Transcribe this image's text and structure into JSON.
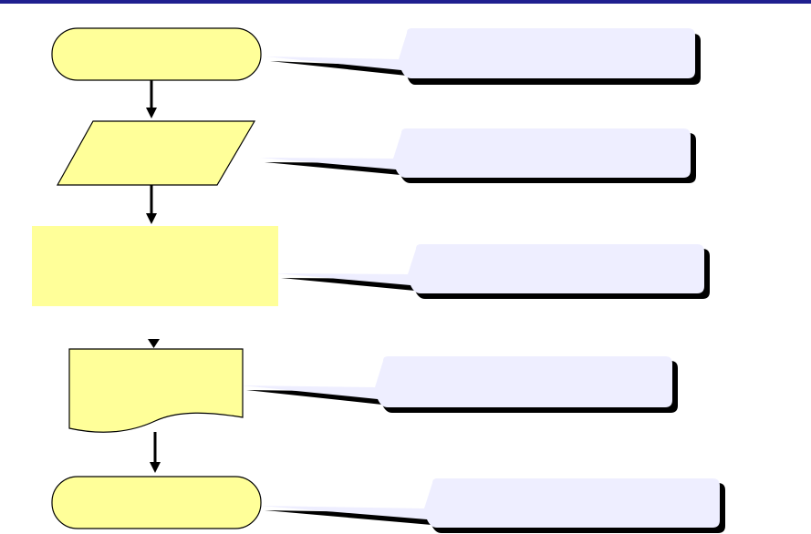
{
  "colors": {
    "top_bar": "#1f1f8f",
    "shape_fill": "#ffff99",
    "shape_stroke": "#000000",
    "process_fill": "#ffff99",
    "callout_fill": "#eeeeff",
    "callout_shadow": "#000000",
    "arrow": "#000000"
  },
  "flowchart": {
    "nodes": [
      {
        "id": "start",
        "shape": "terminator",
        "label": ""
      },
      {
        "id": "input",
        "shape": "parallelogram",
        "label": ""
      },
      {
        "id": "process",
        "shape": "process",
        "label": ""
      },
      {
        "id": "document",
        "shape": "document",
        "label": ""
      },
      {
        "id": "end",
        "shape": "terminator",
        "label": ""
      }
    ],
    "callouts": [
      {
        "target": "start",
        "text": ""
      },
      {
        "target": "input",
        "text": ""
      },
      {
        "target": "process",
        "text": ""
      },
      {
        "target": "document",
        "text": ""
      },
      {
        "target": "end",
        "text": ""
      }
    ]
  }
}
